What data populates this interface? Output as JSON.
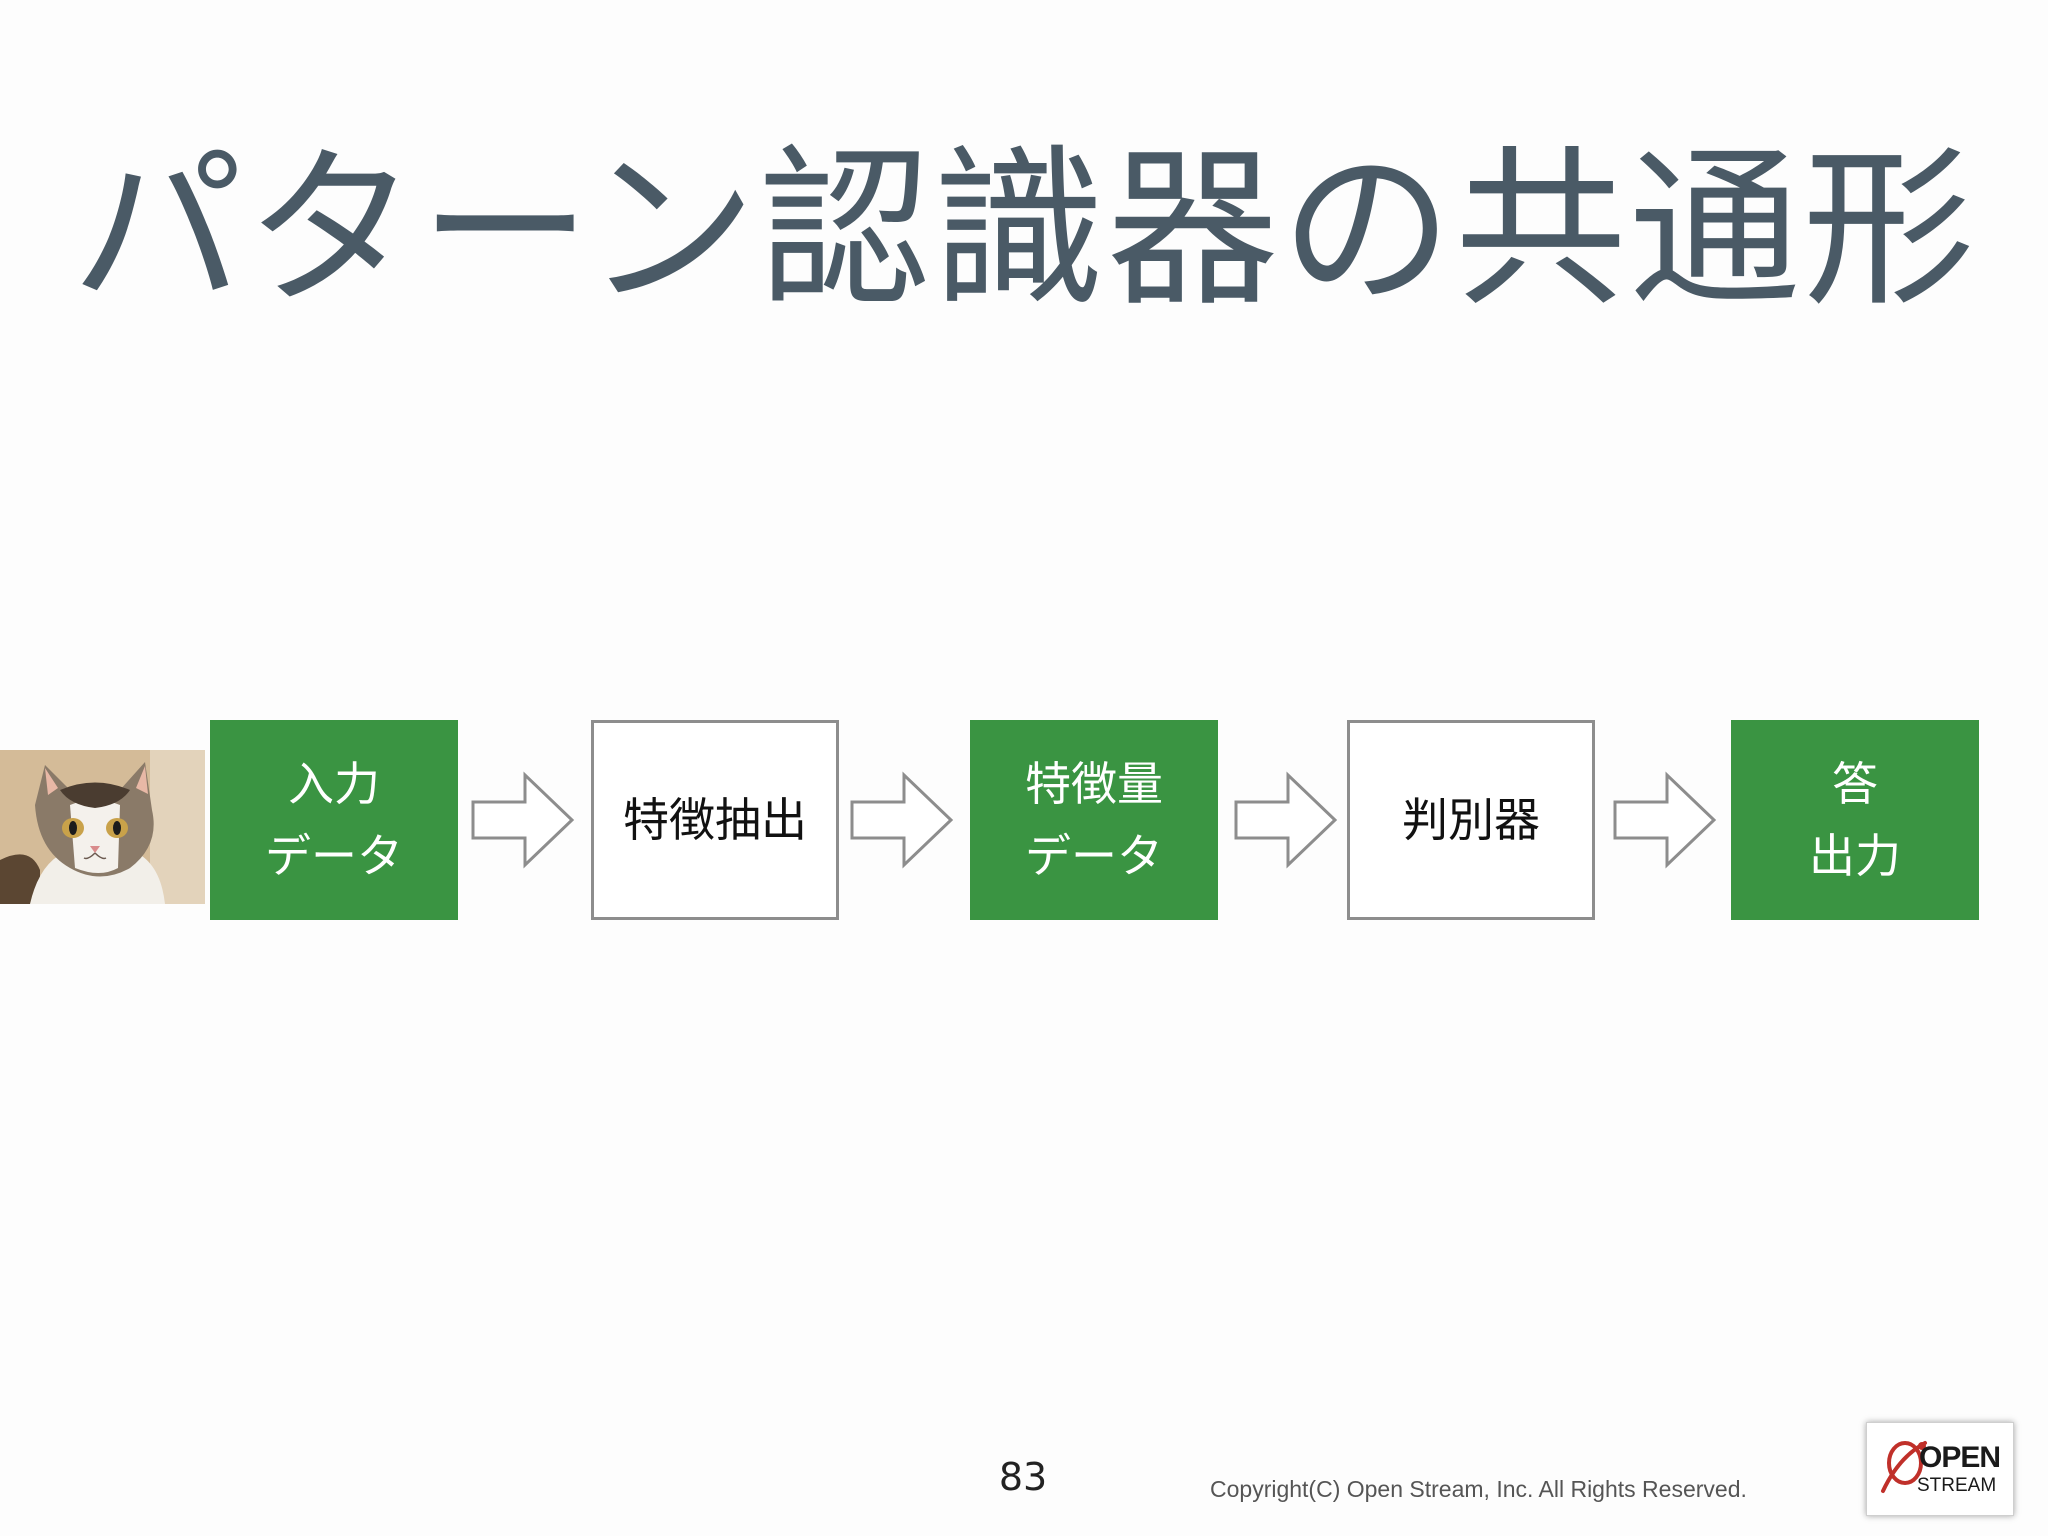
{
  "slide": {
    "title": "パターン認識器の共通形",
    "page_number": "83",
    "copyright": "Copyright(C) Open Stream, Inc.    All Rights Reserved."
  },
  "diagram": {
    "input_image": "cat-photo",
    "nodes": [
      {
        "id": "input",
        "lines": [
          "入力",
          "データ"
        ],
        "style": "green"
      },
      {
        "id": "extract",
        "lines": [
          "特徴抽出"
        ],
        "style": "white"
      },
      {
        "id": "features",
        "lines": [
          "特徴量",
          "データ"
        ],
        "style": "green"
      },
      {
        "id": "classifier",
        "lines": [
          "判別器"
        ],
        "style": "white"
      },
      {
        "id": "output",
        "lines": [
          "答",
          "出力"
        ],
        "style": "green"
      }
    ],
    "arrow_icon": "hollow-right-arrow-icon"
  },
  "logo": {
    "line1": "OPEN",
    "line2": "STREAM",
    "mark_icon": "open-stream-swoosh-icon"
  },
  "colors": {
    "title": "#4a5a66",
    "green_box": "#3a9442",
    "box_border": "#8d8d8d",
    "logo_red": "#c0302a"
  }
}
